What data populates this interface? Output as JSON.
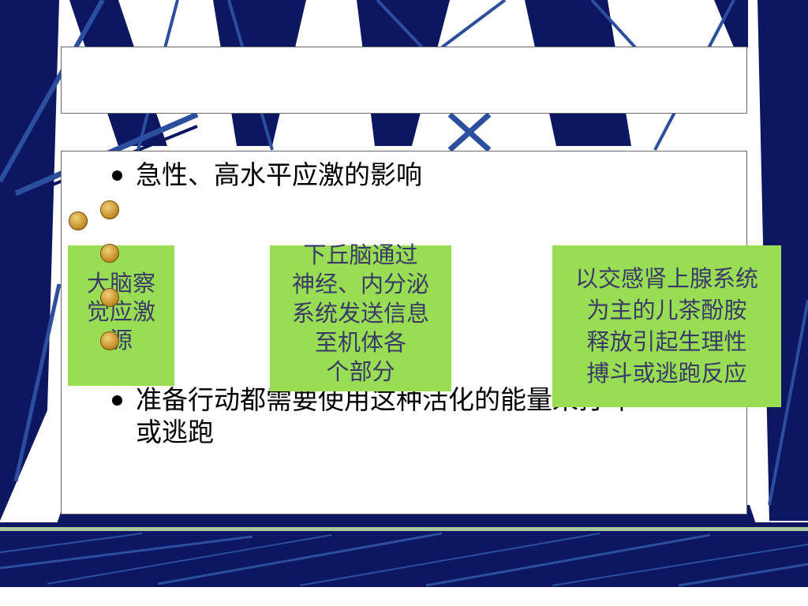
{
  "slide": {
    "title": "",
    "bullets": [
      "急性、高水平应激的影响",
      "准备行动都需要使用这种活化的能量来打斗",
      "或逃跑"
    ]
  },
  "boxes": [
    {
      "lines": [
        "大脑察",
        "觉应激",
        "源"
      ]
    },
    {
      "lines": [
        "下丘脑通过",
        "神经、内分泌",
        "系统发送信息",
        "至机体各",
        "个部分"
      ]
    },
    {
      "lines": [
        "以交感肾上腺系统",
        "为主的儿茶酚胺",
        "释放引起生理性",
        "搏斗或逃跑反应"
      ]
    }
  ],
  "colors": {
    "navy": "#0d1660",
    "blue": "#2b4f9e",
    "green": "#99dd55",
    "box_text": "#3a3a66"
  }
}
